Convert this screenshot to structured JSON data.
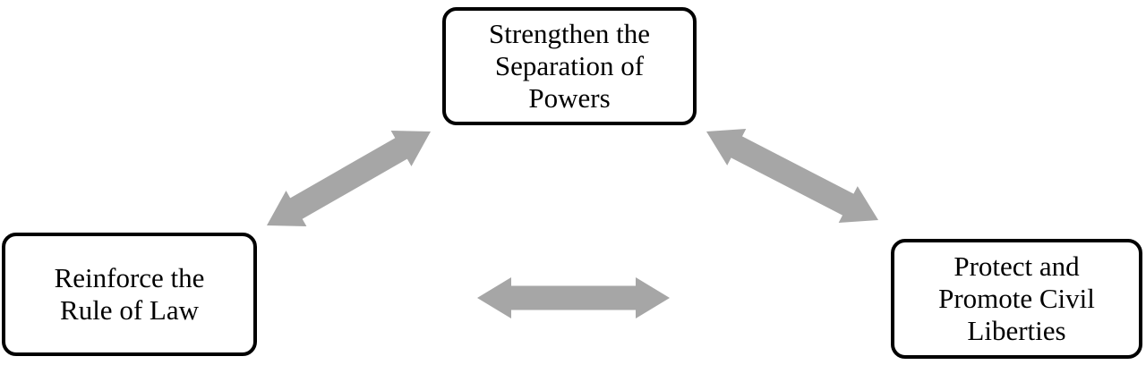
{
  "diagram": {
    "background_color": "#ffffff",
    "box_border_color": "#000000",
    "text_color": "#000000",
    "arrow_color": "#a6a6a6",
    "nodes": [
      {
        "id": "separation-of-powers",
        "label": "Strengthen the\nSeparation of\nPowers"
      },
      {
        "id": "rule-of-law",
        "label": "Reinforce the\nRule of Law"
      },
      {
        "id": "civil-liberties",
        "label": "Protect and\nPromote Civil\nLiberties"
      }
    ],
    "connectors": [
      {
        "from": "rule-of-law",
        "to": "separation-of-powers",
        "bidirectional": true
      },
      {
        "from": "separation-of-powers",
        "to": "civil-liberties",
        "bidirectional": true
      },
      {
        "from": "rule-of-law",
        "to": "civil-liberties",
        "bidirectional": true
      }
    ]
  }
}
